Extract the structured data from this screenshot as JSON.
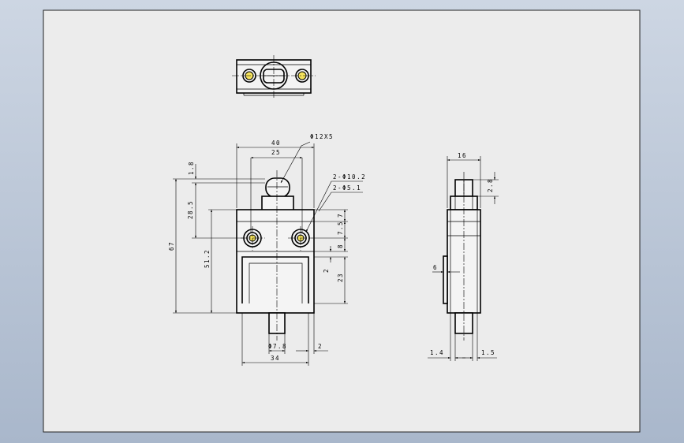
{
  "colors": {
    "background_top": "#cdd6e3",
    "background_bottom": "#a9b7cb",
    "sheet": "#ececec",
    "hole_fill": "#f3e15a",
    "line": "#000000"
  },
  "views": [
    "top-view",
    "front-view",
    "side-view"
  ],
  "dimensions": {
    "front": {
      "width_40": "40",
      "width_25": "25",
      "roller_dia": "Φ12X5",
      "hole_outer": "2-Φ10.2",
      "hole_inner": "2-Φ5.1",
      "offset_1_8": "1.8",
      "height_28_5": "28.5",
      "height_67": "67",
      "height_51_2": "51.2",
      "right_7": "7",
      "right_7_5": "7.5",
      "right_8": "8",
      "right_2": "2",
      "right_23": "23",
      "plunger_dia": "Φ7.8",
      "step_2": "2",
      "width_34": "34"
    },
    "side": {
      "width_16": "16",
      "height_2_8": "2.8",
      "tab_6": "6",
      "left_1_4": "1.4",
      "right_1_5": "1.5"
    }
  }
}
